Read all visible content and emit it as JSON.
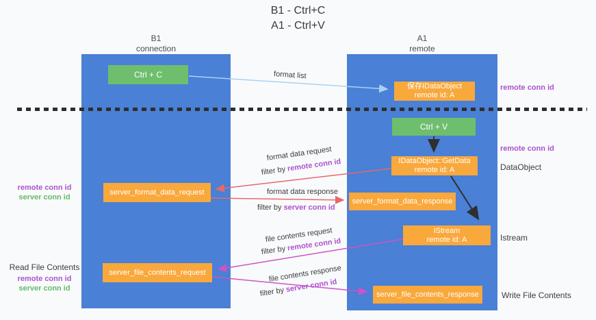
{
  "title": {
    "line1": "B1 - Ctrl+C",
    "line2": "A1 - Ctrl+V"
  },
  "columns": {
    "left": {
      "title": "B1",
      "subtitle": "connection"
    },
    "right": {
      "title": "A1",
      "subtitle": "remote"
    }
  },
  "nodes": {
    "ctrl_c": {
      "label": "Ctrl + C"
    },
    "ctrl_v": {
      "label": "Ctrl + V"
    },
    "save_idataobject": {
      "line1": "保存IDataObject",
      "line2": "remote id: A"
    },
    "idataobject_getdata": {
      "line1": "IDataObject::GetData",
      "line2": "remote id: A"
    },
    "istream": {
      "line1": "IStream",
      "line2": "remote id: A"
    },
    "server_format_data_request": {
      "label": "server_format_data_request"
    },
    "server_format_data_response": {
      "label": "server_format_data_response"
    },
    "server_file_contents_request": {
      "label": "server_file_contents_request"
    },
    "server_file_contents_response": {
      "label": "server_file_contents_response"
    }
  },
  "edge_labels": {
    "format_list": "format list",
    "format_data_request": "format data request",
    "format_data_response": "format data response",
    "file_contents_request": "file contents request",
    "file_contents_response": "file contents response",
    "filter_by": "filter by",
    "remote_conn_id": "remote conn id",
    "server_conn_id": "server conn id"
  },
  "annotations": {
    "remote_conn_id": "remote conn id",
    "server_conn_id": "server conn id",
    "dataobject": "DataObject",
    "istream": "Istream",
    "read_file_contents": "Read File Contents",
    "write_file_contents": "Write File Contents"
  },
  "colors": {
    "lane_blue": "#4a80d5",
    "box_orange": "#f9a83c",
    "box_green": "#6ebe6e",
    "arrow_light_blue": "#a9d2f2",
    "arrow_red": "#e5696d",
    "arrow_magenta": "#cf52c6",
    "arrow_black": "#2f2f2f",
    "text_purple": "#ab53cc",
    "text_green": "#64ba6b"
  }
}
